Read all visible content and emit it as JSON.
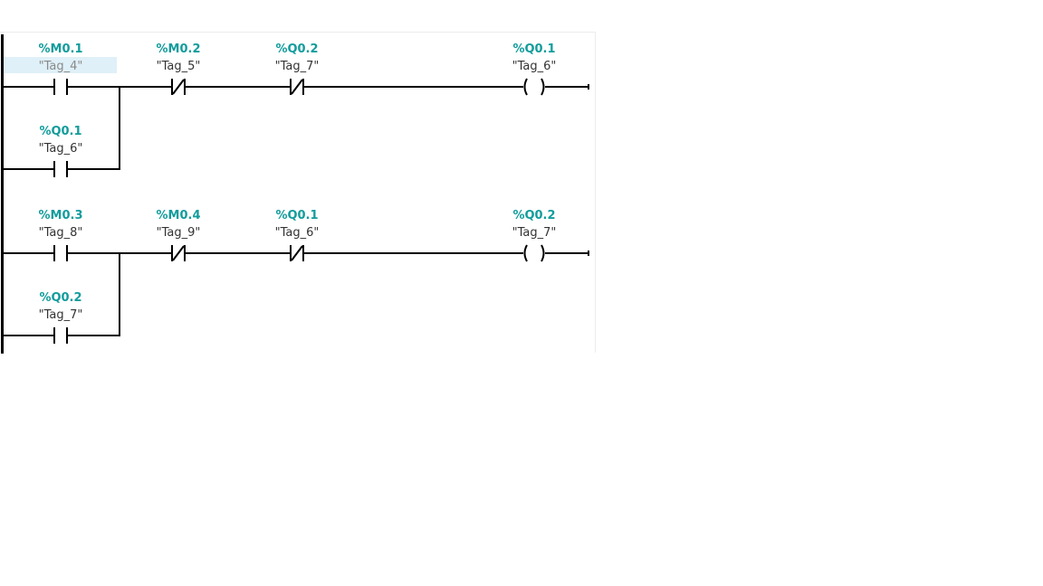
{
  "colors": {
    "address": "#129c9c",
    "tag": "#333333",
    "tag_dim": "#8a8a8a",
    "selection": "#dff0f8",
    "wire": "#000000",
    "panel_border": "#ececec"
  },
  "networks": [
    {
      "rung": [
        {
          "kind": "NO",
          "address": "%M0.1",
          "tag": "\"Tag_4\"",
          "selected": true
        },
        {
          "kind": "NC",
          "address": "%M0.2",
          "tag": "\"Tag_5\""
        },
        {
          "kind": "NC",
          "address": "%Q0.2",
          "tag": "\"Tag_7\""
        },
        {
          "kind": "COIL",
          "address": "%Q0.1",
          "tag": "\"Tag_6\""
        }
      ],
      "branch": {
        "kind": "NO",
        "address": "%Q0.1",
        "tag": "\"Tag_6\""
      }
    },
    {
      "rung": [
        {
          "kind": "NO",
          "address": "%M0.3",
          "tag": "\"Tag_8\""
        },
        {
          "kind": "NC",
          "address": "%M0.4",
          "tag": "\"Tag_9\""
        },
        {
          "kind": "NC",
          "address": "%Q0.1",
          "tag": "\"Tag_6\""
        },
        {
          "kind": "COIL",
          "address": "%Q0.2",
          "tag": "\"Tag_7\""
        }
      ],
      "branch": {
        "kind": "NO",
        "address": "%Q0.2",
        "tag": "\"Tag_7\""
      }
    }
  ]
}
